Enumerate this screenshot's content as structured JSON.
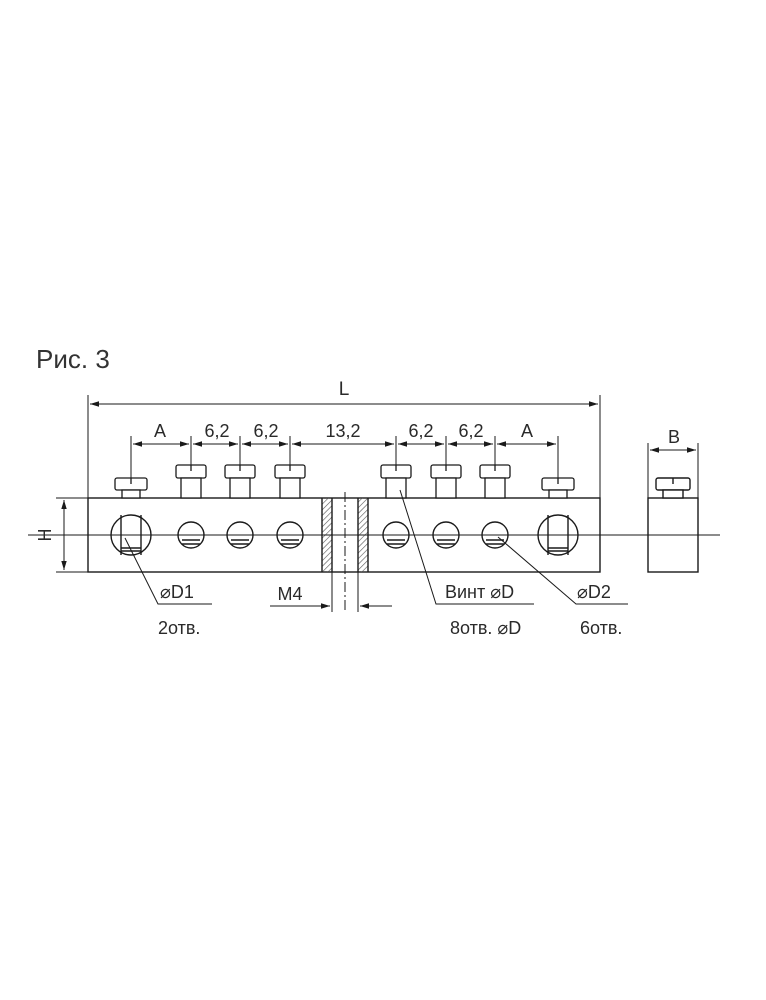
{
  "figure": {
    "title": "Рис. 3"
  },
  "dimensions": {
    "overall_length": "L",
    "end_spacing_left": "A",
    "end_spacing_right": "A",
    "pitch_1": "6,2",
    "pitch_2": "6,2",
    "center_gap": "13,2",
    "pitch_3": "6,2",
    "pitch_4": "6,2",
    "height": "H",
    "width": "B",
    "mount_thread": "M4"
  },
  "callouts": {
    "d1_label": "⌀D1",
    "d1_count": "2отв.",
    "screw_label": "Винт ⌀D",
    "screw_count": "8отв. ⌀D",
    "d2_label": "⌀D2",
    "d2_count": "6отв."
  },
  "colors": {
    "line": "#1a1a1a",
    "hatch": "#555555"
  }
}
